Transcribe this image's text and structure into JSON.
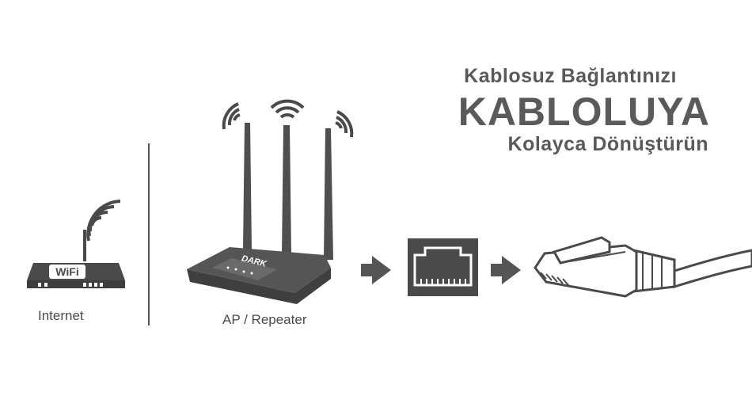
{
  "headline": {
    "line1": "Kablosuz Bağlantınızı",
    "line2": "KABLOLUYA",
    "line3": "Kolayca Dönüştürün"
  },
  "left_device": {
    "badge_text": "WiFi",
    "label": "Internet"
  },
  "center_device": {
    "brand": "DARK",
    "label": "AP / Repeater"
  },
  "colors": {
    "device_dark": "#4a4a4a",
    "text_gray": "#5a5a5a",
    "arrow": "#555555"
  },
  "icons": [
    "wifi-signal-icon",
    "router-icon",
    "arrow-right-icon",
    "ethernet-port-icon",
    "ethernet-cable-icon"
  ]
}
